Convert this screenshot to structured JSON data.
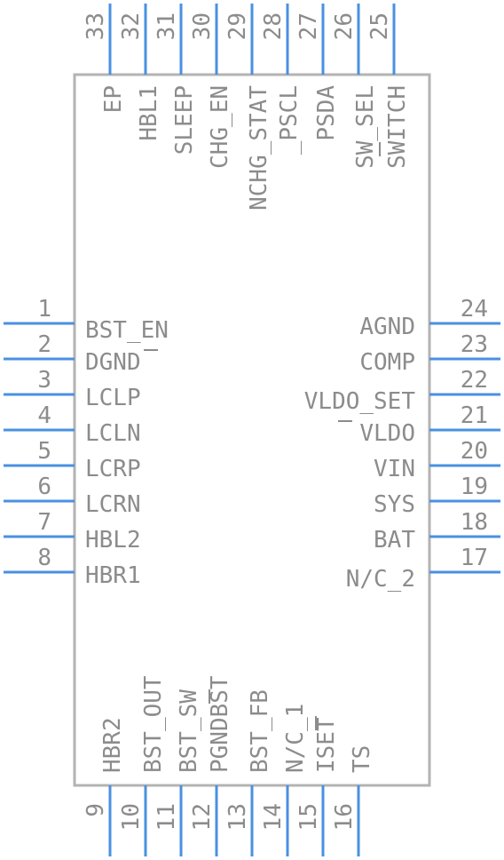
{
  "component": {
    "pins_left": [
      {
        "num": "1",
        "name": "BST_EN"
      },
      {
        "num": "2",
        "name": "DGND"
      },
      {
        "num": "3",
        "name": "LCLP"
      },
      {
        "num": "4",
        "name": "LCLN"
      },
      {
        "num": "5",
        "name": "LCRP"
      },
      {
        "num": "6",
        "name": "LCRN"
      },
      {
        "num": "7",
        "name": "HBL2"
      },
      {
        "num": "8",
        "name": "HBR1"
      }
    ],
    "pins_right": [
      {
        "num": "24",
        "name": "AGND"
      },
      {
        "num": "23",
        "name": "COMP"
      },
      {
        "num": "22",
        "name": "VLDO_SET"
      },
      {
        "num": "21",
        "name": "VLDO"
      },
      {
        "num": "20",
        "name": "VIN"
      },
      {
        "num": "19",
        "name": "SYS"
      },
      {
        "num": "18",
        "name": "BAT"
      },
      {
        "num": "17",
        "name": "N/C_2"
      }
    ],
    "pins_bottom": [
      {
        "num": "9",
        "name": "HBR2"
      },
      {
        "num": "10",
        "name": "BST_OUT"
      },
      {
        "num": "11",
        "name": "BST_SW"
      },
      {
        "num": "12",
        "name": "PGNDBST"
      },
      {
        "num": "13",
        "name": "BST_FB"
      },
      {
        "num": "14",
        "name": "N/C_1"
      },
      {
        "num": "15",
        "name": "ISET"
      },
      {
        "num": "16",
        "name": "TS"
      }
    ],
    "pins_top": [
      {
        "num": "33",
        "name": "EP"
      },
      {
        "num": "32",
        "name": "HBL1"
      },
      {
        "num": "31",
        "name": "SLEEP"
      },
      {
        "num": "30",
        "name": "CHG_EN"
      },
      {
        "num": "29",
        "name": "NCHG_STAT"
      },
      {
        "num": "28",
        "name": "_PSCL"
      },
      {
        "num": "27",
        "name": "PSDA"
      },
      {
        "num": "26",
        "name": "SW_SEL"
      },
      {
        "num": "25",
        "name": "SWITCH"
      }
    ]
  }
}
